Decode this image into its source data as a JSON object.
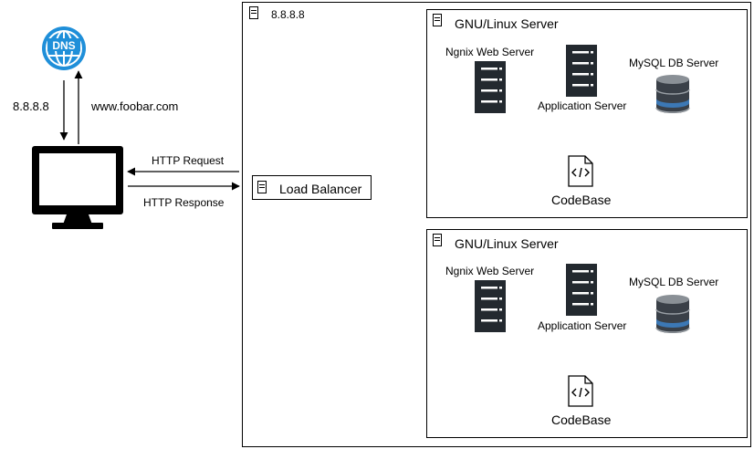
{
  "dns": {
    "icon": "dns-globe-icon",
    "label": "DNS",
    "color": "#1f8fd9"
  },
  "client": {
    "icon": "monitor-icon",
    "dns_request_label": "www.foobar.com",
    "dns_response_label": "8.8.8.8",
    "http_request_label": "HTTP Request",
    "http_response_label": "HTTP Response"
  },
  "datacenter": {
    "title": "8.8.8.8"
  },
  "load_balancer": {
    "label": "Load Balancer"
  },
  "servers": [
    {
      "title": "GNU/Linux Server",
      "web_label": "Ngnix Web Server",
      "app_label": "Application Server",
      "db_label": "MySQL DB Server",
      "code_label": "CodeBase"
    },
    {
      "title": "GNU/Linux Server",
      "web_label": "Ngnix Web Server",
      "app_label": "Application Server",
      "db_label": "MySQL DB Server",
      "code_label": "CodeBase"
    }
  ]
}
